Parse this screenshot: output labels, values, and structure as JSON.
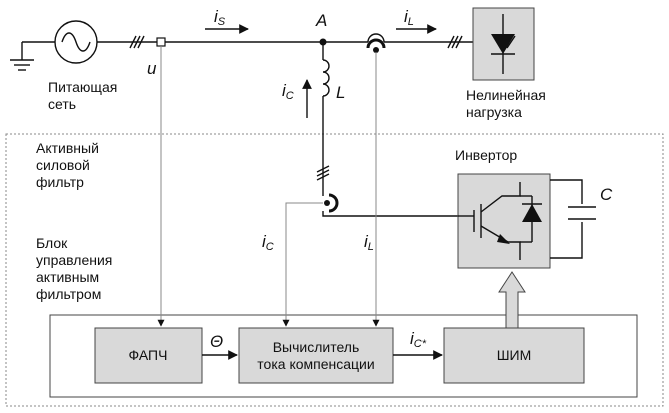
{
  "labels": {
    "supply_network": [
      "Питающая",
      "сеть"
    ],
    "voltage": "u",
    "current_source": {
      "main": "i",
      "sub": "S"
    },
    "current_load": {
      "main": "i",
      "sub": "L"
    },
    "current_comp": {
      "main": "i",
      "sub": "C"
    },
    "node_a": "A",
    "inductor": "L",
    "capacitor": "C",
    "nonlinear_load": [
      "Нелинейная",
      "нагрузка"
    ],
    "active_filter": [
      "Активный",
      "силовой",
      "фильтр"
    ],
    "inverter": "Инвертор",
    "control_block": [
      "Блок",
      "управления",
      "активным",
      "фильтром"
    ],
    "feed_ic": {
      "main": "i",
      "sub": "C"
    },
    "feed_il": {
      "main": "i",
      "sub": "L"
    },
    "theta": "Θ",
    "ref_current": {
      "main": "i",
      "sub": "C*"
    }
  },
  "blocks": {
    "pll": "ФАПЧ",
    "calculator": [
      "Вычислитель",
      "тока компенсации"
    ],
    "pwm": "ШИМ"
  },
  "colors": {
    "block_fill": "#d9d9d9",
    "wire": "#111111",
    "dashed_frame": "#888888"
  }
}
